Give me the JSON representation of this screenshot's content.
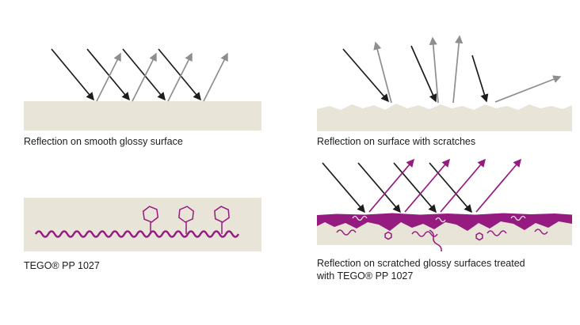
{
  "figure": {
    "panels": {
      "smooth": {
        "caption": "Reflection on smooth glossy surface"
      },
      "scratches": {
        "caption": "Reflection on surface with scratches"
      },
      "tego": {
        "caption": "TEGO® PP 1027"
      },
      "treated": {
        "lines": [
          "Reflection on scratched glossy surfaces treated",
          "with TEGO® PP 1027"
        ]
      }
    }
  },
  "colors": {
    "background": "#ffffff",
    "surface": "#e9e4d8",
    "incident": "#1d1d1b",
    "reflected_gray": "#8e8e8d",
    "polymer": "#951b81",
    "text": "#1d1d1b"
  }
}
